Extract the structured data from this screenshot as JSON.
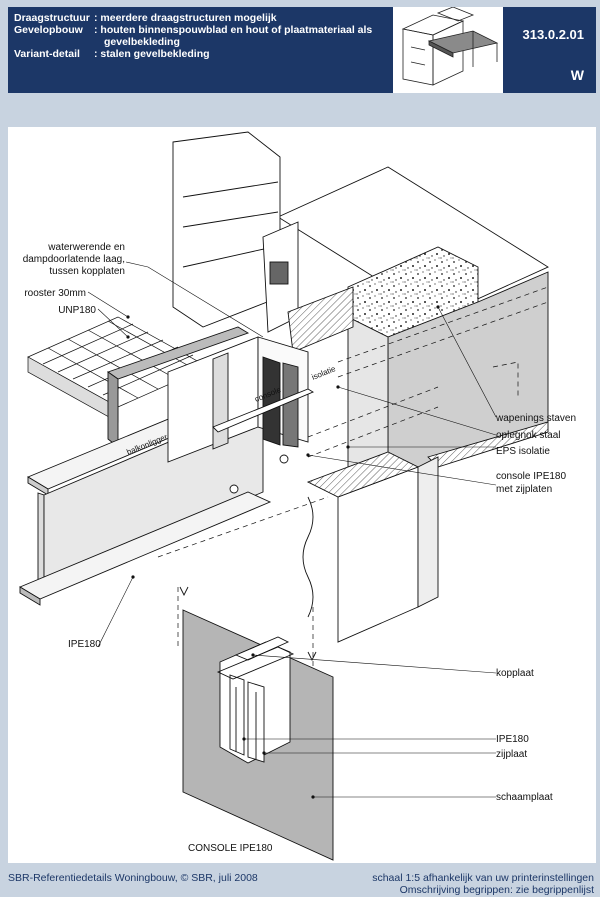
{
  "header": {
    "rows": [
      {
        "key": "Draagstructuur",
        "value": ": meerdere draagstructuren mogelijk"
      },
      {
        "key": "Gevelopbouw",
        "value": ": houten binnenspouwblad en hout of plaatmateriaal als",
        "value2": "gevelbekleding"
      },
      {
        "key": "Variant-detail",
        "value": ": stalen gevelbekleding"
      }
    ],
    "code": "313.0.2.01",
    "letter": "W"
  },
  "labels": {
    "waterwerende": [
      "waterwerende en",
      "dampdoorlatende laag,",
      "tussen kopplaten"
    ],
    "rooster": "rooster 30mm",
    "unp": "UNP180",
    "ipe_left": "IPE180",
    "balkonligger": "balkonligger",
    "console_beam": "console",
    "isolatie": "isolatie",
    "wapenings": "wapenings staven",
    "oplegnok": "oplegnok staal",
    "eps": "EPS isolatie",
    "console_ipe": [
      "console IPE180",
      "met zijplaten"
    ],
    "kopplaat": "kopplaat",
    "ipe_right": "IPE180",
    "zijplaat": "zijplaat",
    "schaamplaat": "schaamplaat",
    "console_title": "CONSOLE IPE180"
  },
  "footer": {
    "left": "SBR-Referentiedetails Woningbouw, © SBR, juli 2008",
    "right1": "schaal 1:5 afhankelijk van uw printerinstellingen",
    "right2": "Omschrijving begrippen: zie begrippenlijst"
  }
}
